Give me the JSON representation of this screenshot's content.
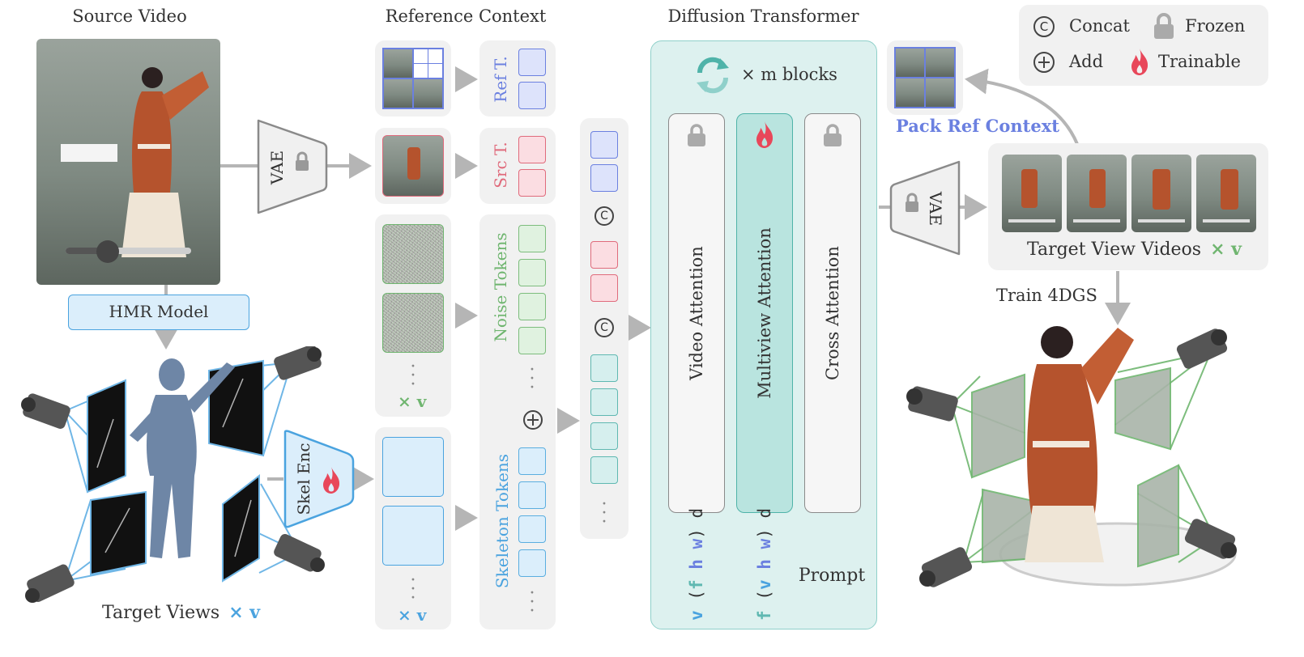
{
  "headers": {
    "source_video": "Source Video",
    "reference_context": "Reference Context",
    "diffusion_transformer": "Diffusion Transformer"
  },
  "legend": {
    "concat": "Concat",
    "frozen": "Frozen",
    "add": "Add",
    "trainable": "Trainable"
  },
  "left": {
    "vae_label": "VAE",
    "hmr_model": "HMR Model",
    "skel_enc": "Skel Enc",
    "target_views": "Target Views",
    "target_views_mult": "× v"
  },
  "ref_context": {
    "ref_t": "Ref T.",
    "src_t": "Src T.",
    "noise_tokens": "Noise Tokens",
    "skeleton_tokens": "Skeleton Tokens",
    "noise_mult": "× v",
    "skel_mult": "× v"
  },
  "dit": {
    "blocks_label": "× m blocks",
    "video_attention": "Video  Attention",
    "multiview_attention": "Multiview  Attention",
    "cross_attention": "Cross Attention",
    "prompt": "Prompt",
    "video_dims": {
      "v": "v",
      "open": " (",
      "f": "f",
      "h": " h",
      "w": " w",
      "close": ") ",
      "d": "d"
    },
    "multi_dims": {
      "f": "f",
      "open": " (",
      "v": "v",
      "h": " h",
      "w": " w",
      "close": ") ",
      "d": "d"
    }
  },
  "right": {
    "pack_ref_context": "Pack Ref Context",
    "vae_label": "VAE",
    "target_view_videos": "Target View Videos",
    "target_view_mult": "× v",
    "train_4dgs": "Train 4DGS"
  },
  "colors": {
    "blue": "#6b80e0",
    "red": "#e06b7c",
    "green": "#6fb56f",
    "teal": "#5fb8b1",
    "skyblue": "#4aa3df",
    "fire": "#e8475a"
  }
}
